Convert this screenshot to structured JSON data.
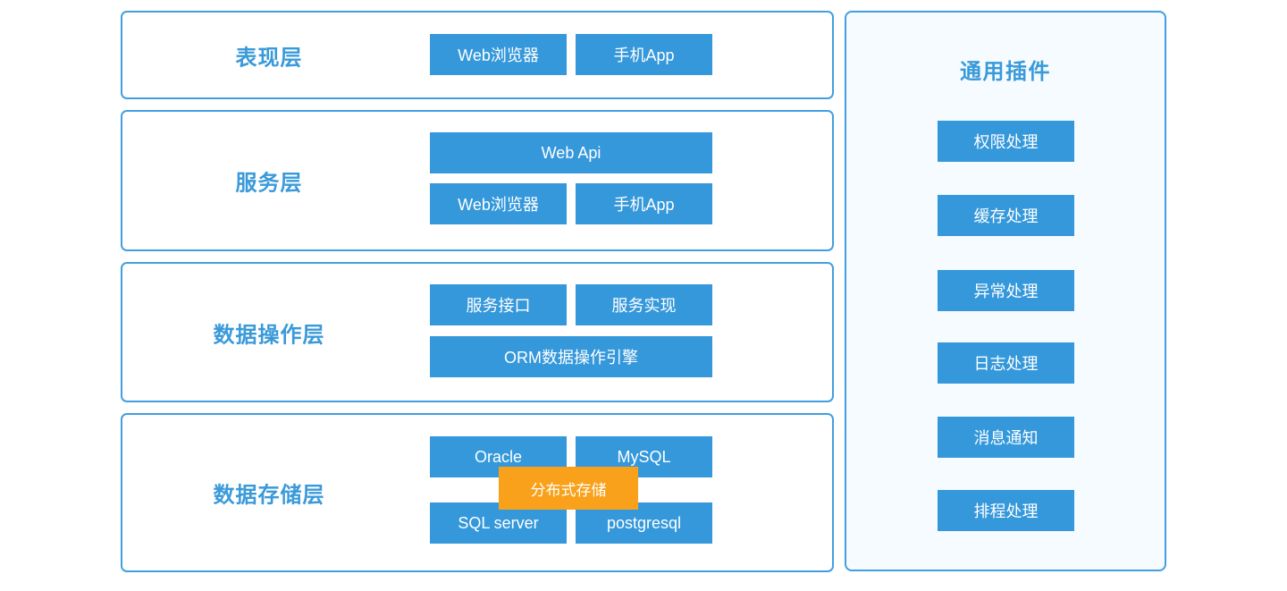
{
  "colors": {
    "node_blue": "#3598db",
    "border_blue": "#429fdf",
    "label_blue": "#3a9ad9",
    "accent_orange": "#f9a11a",
    "panel_bg": "#f6fbff"
  },
  "layers": [
    {
      "label": "表现层",
      "rows": [
        [
          "Web浏览器",
          "手机App"
        ]
      ]
    },
    {
      "label": "服务层",
      "rows": [
        [
          "Web Api"
        ],
        [
          "Web浏览器",
          "手机App"
        ]
      ]
    },
    {
      "label": "数据操作层",
      "rows": [
        [
          "服务接口",
          "服务实现"
        ],
        [
          "ORM数据操作引擎"
        ]
      ]
    },
    {
      "label": "数据存储层",
      "rows": [
        [
          "Oracle",
          "MySQL"
        ],
        [
          "SQL server",
          "postgresql"
        ]
      ],
      "overlay": "分布式存储"
    }
  ],
  "plugins_panel": {
    "title": "通用插件",
    "items": [
      "权限处理",
      "缓存处理",
      "异常处理",
      "日志处理",
      "消息通知",
      "排程处理"
    ]
  }
}
